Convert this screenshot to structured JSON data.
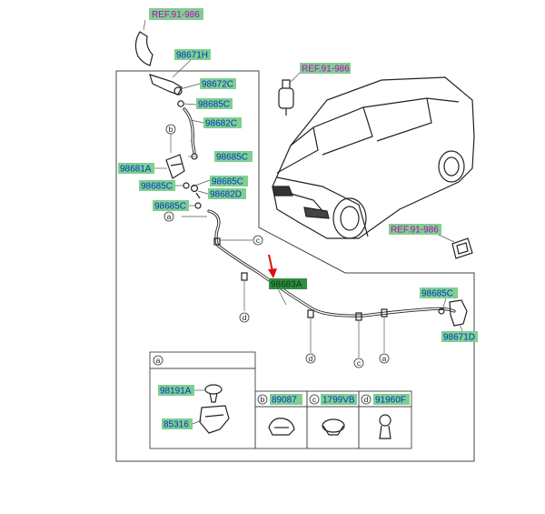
{
  "refs": [
    "REF.91-986",
    "REF.91-986",
    "REF.91-986"
  ],
  "parts": {
    "p98671H": "98671H",
    "p98672C": "98672C",
    "p98685C_1": "98685C",
    "p98682C": "98682C",
    "p98685C_2": "98685C",
    "p98681A": "98681A",
    "p98685C_3": "98685C",
    "p98685C_4": "98685C",
    "p98682D": "98682D",
    "p98685C_5": "98685C",
    "p98683A": "98683A",
    "p98685C_6": "98685C",
    "p98671D": "98671D",
    "p98191A": "98191A",
    "p85316": "85316",
    "p89087": "89087",
    "p1799VB": "1799VB",
    "p91960F": "91960F"
  },
  "callouts": {
    "a": "a",
    "b": "b",
    "c": "c",
    "d": "d"
  },
  "colors": {
    "ref_text": "#c000c0",
    "part_text": "#0033cc",
    "label_fill": "#7fcf8f",
    "highlight_fill": "#2f8f3f",
    "arrow": "#e01010"
  }
}
